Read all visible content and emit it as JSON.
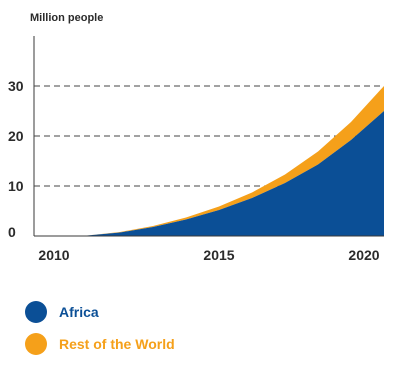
{
  "chart_data": {
    "type": "area",
    "stacked": true,
    "unit_label": "Million people",
    "x": [
      2010,
      2011,
      2012,
      2013,
      2014,
      2015,
      2016,
      2017,
      2018,
      2019,
      2020
    ],
    "x_ticks": [
      "2010",
      "2015",
      "2020"
    ],
    "y_ticks": [
      "0",
      "10",
      "20",
      "30"
    ],
    "ylim": [
      0,
      40
    ],
    "xlim": [
      2010,
      2020
    ],
    "grid": "horizontal dashed",
    "series": [
      {
        "name": "Africa",
        "color": "#0b4f96",
        "values": [
          0,
          0.1,
          0.7,
          1.8,
          3.3,
          5.2,
          7.6,
          10.6,
          14.3,
          19.2,
          25
        ]
      },
      {
        "name": "Rest of the World",
        "color": "#f5a01a",
        "values": [
          0,
          0,
          0.1,
          0.2,
          0.4,
          0.7,
          1.1,
          1.7,
          2.6,
          3.6,
          5
        ]
      }
    ]
  },
  "legend": {
    "items": [
      {
        "label": "Africa",
        "color": "#0b4f96"
      },
      {
        "label": "Rest of the World",
        "color": "#f5a01a"
      }
    ]
  }
}
